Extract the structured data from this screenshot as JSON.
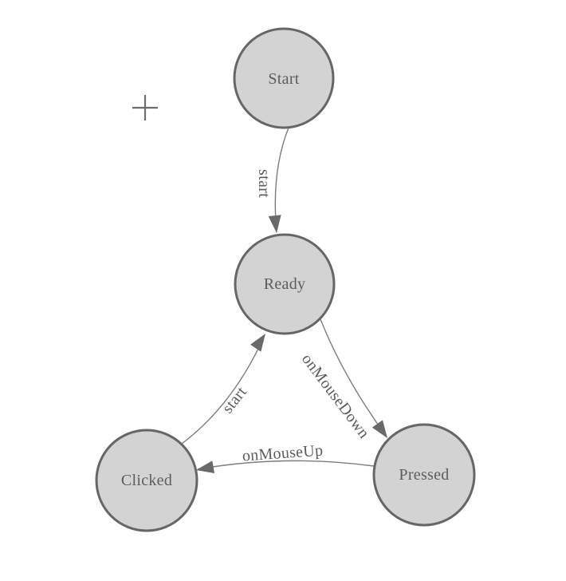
{
  "colors": {
    "background": "#ffffff",
    "node_fill": "#d3d3d3",
    "node_border": "#666666",
    "edge_line": "#7d7d7d",
    "arrowhead": "#696969",
    "label_text": "#5c5c5c"
  },
  "nodes": {
    "start": {
      "label": "Start"
    },
    "ready": {
      "label": "Ready"
    },
    "clicked": {
      "label": "Clicked"
    },
    "pressed": {
      "label": "Pressed"
    }
  },
  "edges": {
    "start_to_ready": {
      "label": "start",
      "from": "Start",
      "to": "Ready"
    },
    "ready_to_pressed": {
      "label": "onMouseDown",
      "from": "Ready",
      "to": "Pressed"
    },
    "pressed_to_clicked": {
      "label": "onMouseUp",
      "from": "Pressed",
      "to": "Clicked"
    },
    "clicked_to_ready": {
      "label": "start",
      "from": "Clicked",
      "to": "Ready"
    }
  }
}
